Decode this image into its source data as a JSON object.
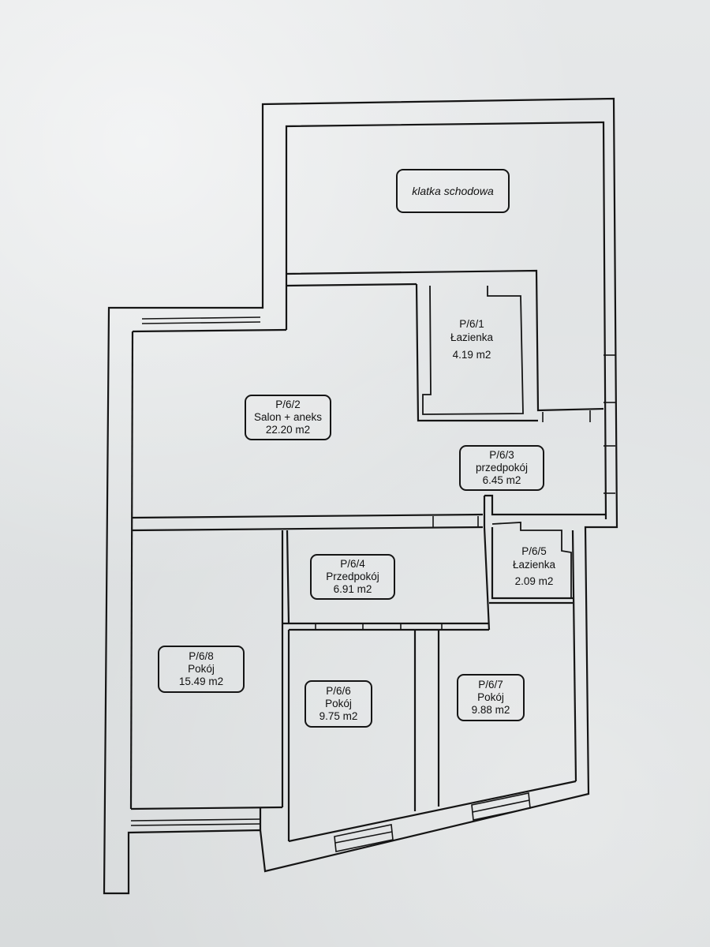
{
  "rooms": {
    "klatka": {
      "name": "klatka schodowa"
    },
    "r1": {
      "code": "P/6/1",
      "name": "Łazienka",
      "area": "4.19 m2"
    },
    "r2": {
      "code": "P/6/2",
      "name": "Salon + aneks",
      "area": "22.20 m2"
    },
    "r3": {
      "code": "P/6/3",
      "name": "przedpokój",
      "area": "6.45  m2"
    },
    "r4": {
      "code": "P/6/4",
      "name": "Przedpokój",
      "area": "6.91 m2"
    },
    "r5": {
      "code": "P/6/5",
      "name": "Łazienka",
      "area": "2.09 m2"
    },
    "r6": {
      "code": "P/6/6",
      "name": "Pokój",
      "area": "9.75 m2"
    },
    "r7": {
      "code": "P/6/7",
      "name": "Pokój",
      "area": "9.88 m2"
    },
    "r8": {
      "code": "P/6/8",
      "name": "Pokój",
      "area": "15.49 m2"
    }
  }
}
